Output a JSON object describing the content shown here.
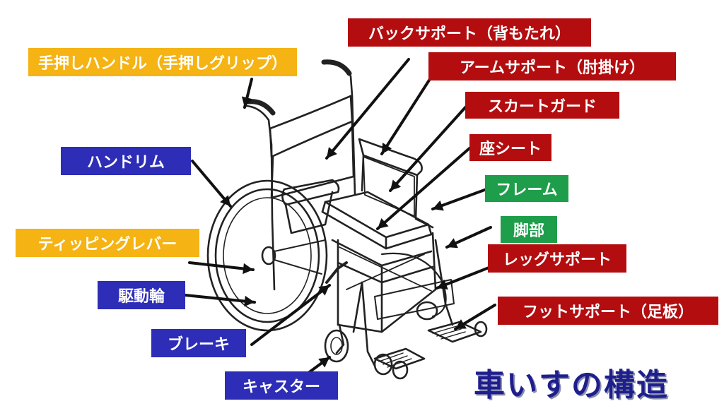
{
  "title": "車いすの構造",
  "colors": {
    "red": "#b30d10",
    "orange": "#f5b314",
    "blue": "#2d2db8",
    "green": "#1e9e4a",
    "title": "#1e1e8c",
    "line": "#111111"
  },
  "labels": [
    {
      "id": "back-support",
      "text": "バックサポート（背もたれ）",
      "color": "red"
    },
    {
      "id": "arm-support",
      "text": "アームサポート（肘掛け）",
      "color": "red"
    },
    {
      "id": "skirt-guard",
      "text": "スカートガード",
      "color": "red"
    },
    {
      "id": "seat",
      "text": "座シート",
      "color": "red"
    },
    {
      "id": "leg-support",
      "text": "レッグサポート",
      "color": "red"
    },
    {
      "id": "foot-support",
      "text": "フットサポート（足板）",
      "color": "red"
    },
    {
      "id": "push-handle",
      "text": "手押しハンドル（手押しグリップ）",
      "color": "orange"
    },
    {
      "id": "tipping-lever",
      "text": "ティッピングレバー",
      "color": "orange"
    },
    {
      "id": "hand-rim",
      "text": "ハンドリム",
      "color": "blue"
    },
    {
      "id": "drive-wheel",
      "text": "駆動輪",
      "color": "blue"
    },
    {
      "id": "brake",
      "text": "ブレーキ",
      "color": "blue"
    },
    {
      "id": "caster",
      "text": "キャスター",
      "color": "blue"
    },
    {
      "id": "frame",
      "text": "フレーム",
      "color": "green"
    },
    {
      "id": "leg",
      "text": "脚部",
      "color": "green"
    }
  ]
}
